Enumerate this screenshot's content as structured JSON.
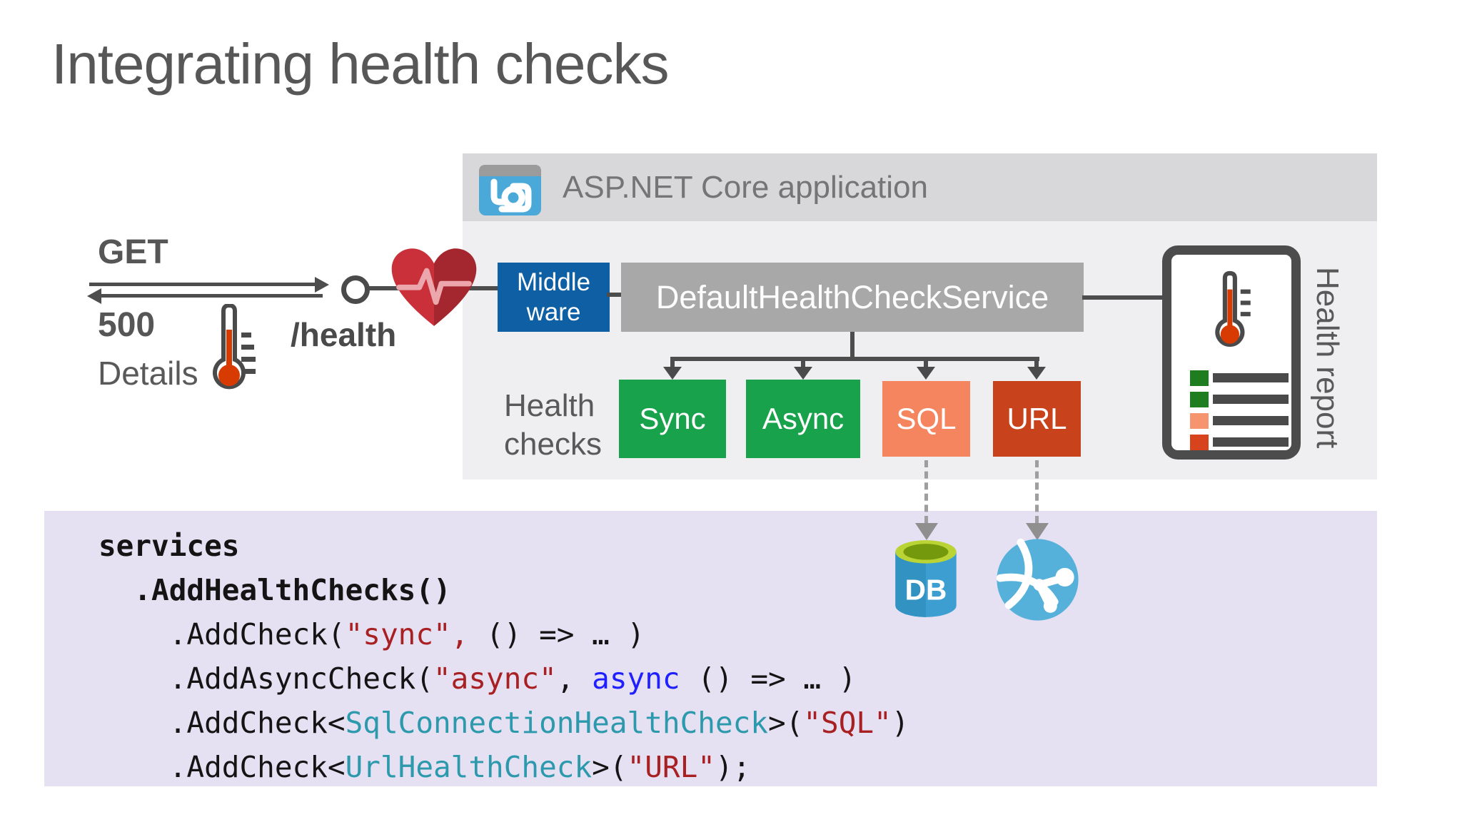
{
  "slide": {
    "title": "Integrating health checks"
  },
  "client": {
    "get_label": "GET",
    "status_code": "500",
    "details_label": "Details",
    "endpoint": "/health"
  },
  "app": {
    "header": "ASP.NET Core application",
    "middleware_lines": [
      "Middle",
      "ware"
    ],
    "service_label": "DefaultHealthCheckService",
    "health_checks_lines": [
      "Health",
      "checks"
    ],
    "checks": [
      {
        "label": "Sync",
        "color": "#17a24b"
      },
      {
        "label": "Async",
        "color": "#17a24b"
      },
      {
        "label": "SQL",
        "color": "#f5855e"
      },
      {
        "label": "URL",
        "color": "#c8431c"
      }
    ]
  },
  "report": {
    "label": "Health report",
    "rows": [
      {
        "color": "#1e7d1e"
      },
      {
        "color": "#1e7d1e"
      },
      {
        "color": "#f5946f"
      },
      {
        "color": "#d6431c"
      }
    ]
  },
  "resources": {
    "db_label": "DB"
  },
  "colors": {
    "panel": "#efeef0",
    "panel_header": "#d8d7d9",
    "middleware_blue": "#0e5fa4",
    "service_gray": "#a9a8a9",
    "line_gray": "#4a4a4a",
    "heart_red": "#c9303a",
    "thermometer_red": "#d83b01",
    "db_blue": "#3d9fd1",
    "db_lime": "#b9d434",
    "globe_blue": "#55b1da",
    "code_background": "#e5e0f2"
  },
  "code": {
    "colors": {
      "base": "#141414",
      "string": "#a92023",
      "keyword": "#1f1fff",
      "type": "#2c99ac"
    },
    "lines": [
      {
        "bold": true,
        "segments": [
          {
            "t": "services",
            "c": "base"
          }
        ]
      },
      {
        "bold": true,
        "segments": [
          {
            "t": "  .AddHealthChecks()",
            "c": "base"
          }
        ]
      },
      {
        "bold": false,
        "segments": [
          {
            "t": "    .AddCheck(",
            "c": "base"
          },
          {
            "t": "\"sync\",",
            "c": "str"
          },
          {
            "t": " () => … )",
            "c": "base"
          }
        ]
      },
      {
        "bold": false,
        "segments": [
          {
            "t": "    .AddAsyncCheck(",
            "c": "base"
          },
          {
            "t": "\"async\"",
            "c": "str"
          },
          {
            "t": ", ",
            "c": "base"
          },
          {
            "t": "async",
            "c": "kw"
          },
          {
            "t": " () => … )",
            "c": "base"
          }
        ]
      },
      {
        "bold": false,
        "segments": [
          {
            "t": "    .AddCheck<",
            "c": "base"
          },
          {
            "t": "SqlConnectionHealthCheck",
            "c": "type"
          },
          {
            "t": ">(",
            "c": "base"
          },
          {
            "t": "\"SQL\"",
            "c": "str"
          },
          {
            "t": ")",
            "c": "base"
          }
        ]
      },
      {
        "bold": false,
        "segments": [
          {
            "t": "    .AddCheck<",
            "c": "base"
          },
          {
            "t": "UrlHealthCheck",
            "c": "type"
          },
          {
            "t": ">(",
            "c": "base"
          },
          {
            "t": "\"URL\"",
            "c": "str"
          },
          {
            "t": ");",
            "c": "base"
          }
        ]
      }
    ]
  }
}
